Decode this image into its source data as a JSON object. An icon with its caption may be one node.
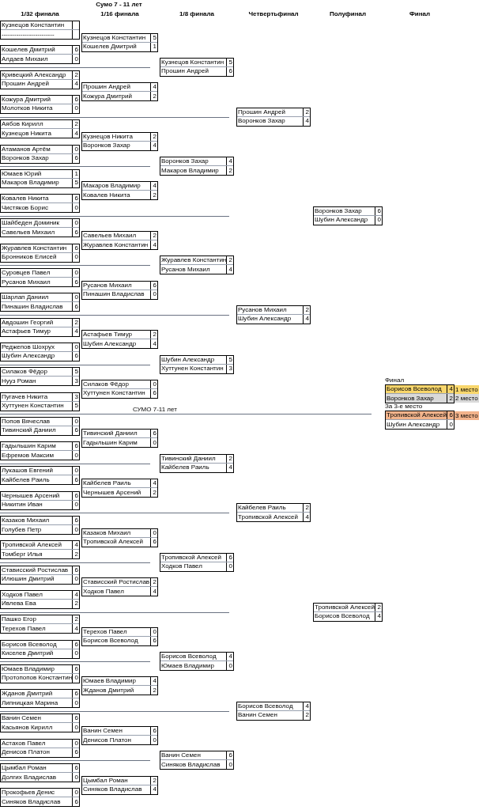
{
  "diagram": {
    "title": "Сумо 7 - 11 лет",
    "nodes": [
      {
        "text": [
          "Кузнецов Константин",
          "-------------------------"
        ]
      },
      {
        "text": [
          "Кошелев Дмитрий",
          "6",
          "Алдаев Михаил",
          "0"
        ]
      },
      {
        "text": [
          "Кривецкий Александр",
          "2",
          "Прошин Андрей",
          "4"
        ]
      },
      {
        "text": [
          "Кожура Дмитрий",
          "6",
          "Молотков Никита",
          "0"
        ]
      },
      {
        "text": [
          "Аябов Кирилл",
          "2",
          "Кузнецов Никита",
          "4"
        ]
      },
      {
        "text": [
          "Атаманов Артём",
          "0",
          "Воронков Захар",
          "6"
        ]
      },
      {
        "text": [
          "Юмаев Юрий",
          "1",
          "Макаров Владимир",
          "5"
        ]
      },
      {
        "text": [
          "Ковалев Никита",
          "6",
          "Чистяков Борис",
          "0"
        ]
      },
      {
        "text": [
          "Шайбеден Доминик",
          "0",
          "Савельев Михаил",
          "6"
        ]
      },
      {
        "text": [
          "Журавлев Константин",
          "6",
          "Бронников Елисей",
          "0"
        ]
      },
      {
        "text": [
          "Суровцев Павел",
          "0",
          "Русанов Михаил",
          "6"
        ]
      },
      {
        "text": [
          "Шарлап Даниил",
          "0",
          "Пинашин Владислав",
          "6"
        ]
      },
      {
        "text": [
          "Авдошин Георгий",
          "2",
          "Астафьев Тимур",
          "4"
        ]
      },
      {
        "text": [
          "Реджепов Шохрух",
          "0",
          "Шубин Александр",
          "6"
        ]
      },
      {
        "text": [
          "Силаков Фёдор",
          "5",
          "Нууз Роман",
          "3"
        ]
      },
      {
        "text": [
          "Пугачев Никита",
          "3",
          "Хуттунен Константин",
          "5"
        ]
      },
      {
        "text": [
          "Попов Вячеслав",
          "0",
          "Тивинский Даниил",
          "6"
        ]
      },
      {
        "text": [
          "Гадыльшин Карим",
          "6",
          "Ефремов Максим",
          "0"
        ]
      },
      {
        "text": [
          "Лукашов Евгений",
          "0",
          "Кайбелев Раиль",
          "6"
        ]
      },
      {
        "text": [
          "Чернышев Арсений",
          "6",
          "Никитин Иван",
          "0"
        ]
      },
      {
        "text": [
          "Казаков Михаил",
          "6",
          "Голубев Петр",
          "0"
        ]
      },
      {
        "text": [
          "Тропивской Алексей",
          "4",
          "Томберг Илья",
          "2"
        ]
      },
      {
        "text": [
          "Стависский Ростислав",
          "6",
          "Илюшин Дмитрий",
          "0"
        ]
      },
      {
        "text": [
          "Ходков Павел",
          "4",
          "Ивлева Ева",
          "2"
        ]
      },
      {
        "text": [
          "Пашко Егор",
          "2",
          "Терехов Павел",
          "4"
        ]
      },
      {
        "text": [
          "Борисов Всеволод",
          "6",
          "Киселев Дмитрий",
          "0"
        ]
      },
      {
        "text": [
          "Юмаев Владимир",
          "6",
          "Протопопов Константин",
          "0"
        ]
      },
      {
        "text": [
          "Жданов Дмитрий",
          "6",
          "Липницкая Марина",
          "0"
        ]
      },
      {
        "text": [
          "Ванин Семен",
          "6",
          "Касьянов Кирилл",
          "0"
        ]
      },
      {
        "text": [
          "Астахов Павел",
          "0",
          "Денисов Платон",
          "6"
        ]
      },
      {
        "text": [
          "Цымбал Роман",
          "6",
          "Долгих Владислав",
          "0"
        ]
      },
      {
        "text": [
          "Прокофьев Денис",
          "0",
          "Синяков Владислав",
          "6"
        ]
      },
      {
        "text": [
          "Кузнецов Константин",
          "5",
          "Кошелев Дмитрий",
          "1"
        ]
      },
      {
        "text": [
          "Прошин Андрей",
          "4",
          "Кожура Дмитрий",
          "2"
        ]
      },
      {
        "text": [
          "Кузнецов Никита",
          "2",
          "Воронков Захар",
          "4"
        ]
      },
      {
        "text": [
          "Макаров Владимир",
          "4",
          "Ковалев Никита",
          "2"
        ]
      },
      {
        "text": [
          "Савельев Михаил",
          "2",
          "Журавлев Константин",
          "4"
        ]
      },
      {
        "text": [
          "Русанов Михаил",
          "6",
          "Пинашин Владислав",
          "0"
        ]
      },
      {
        "text": [
          "Астафьев Тимур",
          "2",
          "Шубин Александр",
          "4"
        ]
      },
      {
        "text": [
          "Силаков Фёдор",
          "0",
          "Хуттунен Константин",
          "6"
        ]
      },
      {
        "text": [
          "Тивинский Даниил",
          "6",
          "Гадыльшин Карим",
          "0"
        ]
      },
      {
        "text": [
          "Кайбелев Раиль",
          "4",
          "Чернышев Арсений",
          "2"
        ]
      },
      {
        "text": [
          "Казаков Михаил",
          "0",
          "Тропивской Алексей",
          "6"
        ]
      },
      {
        "text": [
          "Стависский Ростислав",
          "2",
          "Ходков Павел",
          "4"
        ]
      },
      {
        "text": [
          "Терехов Павел",
          "0",
          "Борисов Всеволод",
          "6"
        ]
      },
      {
        "text": [
          "Юмаев Владимир",
          "4",
          "Жданов Дмитрий",
          "2"
        ]
      },
      {
        "text": [
          "Ванин Семен",
          "6",
          "Денисов Платон",
          "0"
        ]
      },
      {
        "text": [
          "Цымбал Роман",
          "2",
          "Синяков Владислав",
          "4"
        ]
      },
      {
        "text": [
          "Кузнецов Константин",
          "5",
          "Прошин Андрей",
          "6"
        ]
      },
      {
        "text": [
          "Воронков Захар",
          "4",
          "Макаров Владимир",
          "2"
        ]
      },
      {
        "text": [
          "Журавлев Константин",
          "2",
          "Русанов Михаил",
          "4"
        ]
      },
      {
        "text": [
          "Шубин Александр",
          "5",
          "Хуттунен Константин",
          "3"
        ]
      },
      {
        "text": [
          "Тивинский Даниил",
          "2",
          "Кайбелев Раиль",
          "4"
        ]
      },
      {
        "text": [
          "Тропивской Алексей",
          "6",
          "Ходков Павел",
          "0"
        ]
      },
      {
        "text": [
          "Борисов Всеволод",
          "4",
          "Юмаев Владимир",
          "0"
        ]
      },
      {
        "text": [
          "Ванин Семен",
          "6",
          "Синяков Владислав",
          "0"
        ]
      },
      {
        "text": [
          "Прошин Андрей",
          "2",
          "Воронков Захар",
          "4"
        ]
      },
      {
        "text": [
          "Русанов Михаил",
          "2",
          "Шубин Александр",
          "4"
        ]
      },
      {
        "text": [
          "Кайбелев Раиль",
          "2",
          "Тропивской Алексей",
          "4"
        ]
      },
      {
        "text": [
          "Борисов Всеволод",
          "4",
          "Ванин Семен",
          "2"
        ]
      },
      {
        "text": [
          "Воронков Захар",
          "6",
          "Шубин Александр",
          "0"
        ]
      },
      {
        "text": [
          "Тропивской Алексей",
          "2",
          "Борисов Всеволод",
          "4"
        ]
      },
      {
        "text": [
          "Финал",
          "Борисов Всеволод",
          "4",
          "Воронков Захар",
          "2"
        ],
        "beside": [
          "1 место",
          "2 место"
        ]
      },
      {
        "text": [
          "За 3-е место",
          "Тропивской Алексей",
          "6",
          "Шубин Александр",
          "0"
        ],
        "beside": [
          "3 место"
        ]
      }
    ],
    "labels": [
      "1/32 финала",
      "1/16 финала",
      "1/8 финала",
      "Четвертьфинал",
      "Полуфинал",
      "Финал",
      "СУМО 7-11 лет"
    ]
  }
}
